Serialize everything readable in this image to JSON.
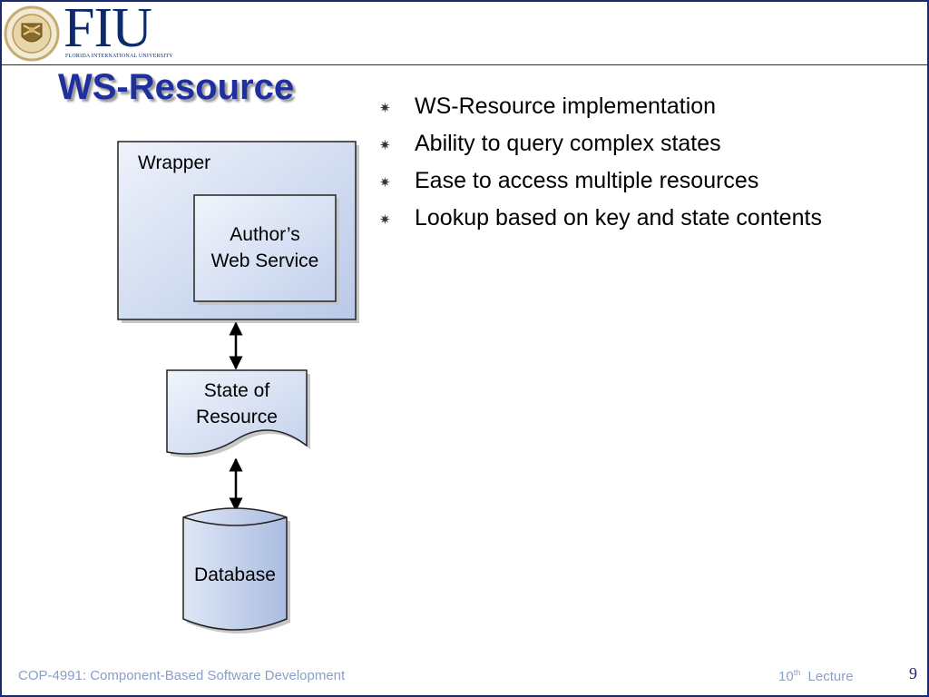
{
  "logo": {
    "text": "FIU",
    "subtitle": "FLORIDA INTERNATIONAL UNIVERSITY"
  },
  "slide": {
    "title": "WS-Resource"
  },
  "bullets": [
    "WS-Resource implementation",
    "Ability to query complex states",
    "Ease to access multiple resources",
    "Lookup based on key and state contents"
  ],
  "bullet_glyph": "✷",
  "diagram": {
    "wrapper_label": "Wrapper",
    "service_label_line1": "Author’s",
    "service_label_line2": "Web Service",
    "state_label_line1": "State of",
    "state_label_line2": "Resource",
    "database_label": "Database"
  },
  "footer": {
    "course": "COP-4991: Component-Based Software Development",
    "lecture_number": "10",
    "lecture_suffix": "th",
    "lecture_word": "Lecture",
    "page_number": "9"
  },
  "colors": {
    "title": "#1f2f9e",
    "frame": "#1a2a6e",
    "shape_fill_light": "#e8eef9",
    "shape_fill_dark": "#b8c8e6",
    "footer_text": "#8a9ec6"
  }
}
